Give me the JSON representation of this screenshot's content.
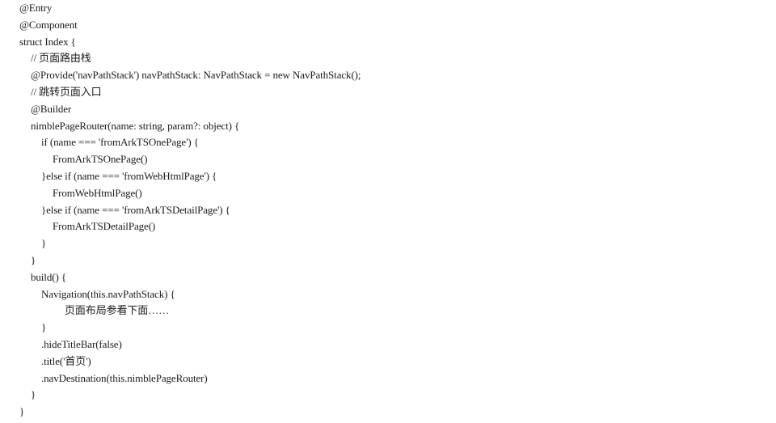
{
  "code": {
    "lines": [
      "@Entry",
      "@Component",
      "struct Index {",
      "// 页面路由栈",
      "@Provide('navPathStack') navPathStack: NavPathStack = new NavPathStack();",
      "// 跳转页面入口",
      "@Builder",
      "nimblePageRouter(name: string, param?: object) {",
      "if (name === 'fromArkTSOnePage') {",
      "FromArkTSOnePage()",
      "}else if (name === 'fromWebHtmlPage') {",
      "FromWebHtmlPage()",
      "}else if (name === 'fromArkTSDetailPage') {",
      "FromArkTSDetailPage()",
      "}",
      "}",
      "build() {",
      "Navigation(this.navPathStack) {",
      "页面布局参看下面……",
      "}",
      ".hideTitleBar(false)",
      ".title('首页')",
      ".navDestination(this.nimblePageRouter)",
      "}",
      "}"
    ]
  }
}
